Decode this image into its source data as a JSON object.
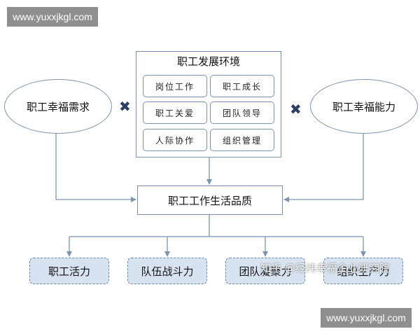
{
  "watermark": {
    "text": "www.yuxxjkgl.com"
  },
  "left_node": {
    "label": "职工幸福需求"
  },
  "right_node": {
    "label": "职工幸福能力"
  },
  "multiply_symbol": "✖",
  "environment": {
    "title": "职工发展环境",
    "items": [
      "岗位工作",
      "职工成长",
      "职工关爱",
      "团队领导",
      "人际协作",
      "组织管理"
    ]
  },
  "center_node": {
    "label": "职工工作生活品质"
  },
  "outputs": [
    "职工活力",
    "队伍战斗力",
    "团队凝聚力",
    "组织生产力"
  ],
  "credit": "知乎 @经纬幸福企业研究院",
  "colors": {
    "line": "#7b94b2",
    "output_fill": "#d8e3f1",
    "cross": "#2a3f63",
    "watermark_bg": "#8f8f8f"
  }
}
